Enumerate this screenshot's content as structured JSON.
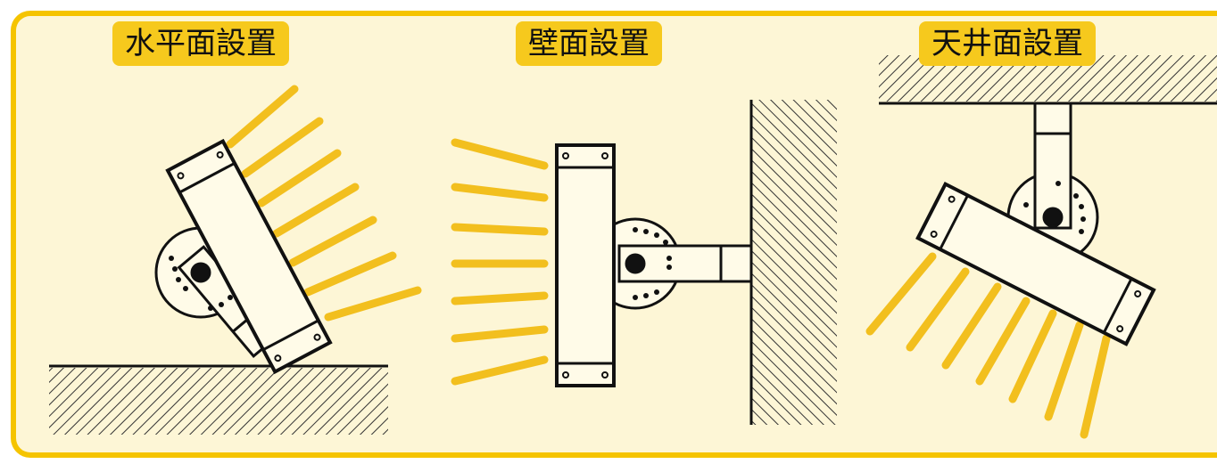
{
  "labels": {
    "horizontal": "水平面設置",
    "wall": "壁面設置",
    "ceiling": "天井面設置"
  },
  "colors": {
    "border": "#f5c400",
    "background": "#fdf6d6",
    "label_bg": "#f6c91d",
    "light_ray": "#f2bf1e",
    "fixture_body": "#fffbe8",
    "outline": "#111111"
  }
}
